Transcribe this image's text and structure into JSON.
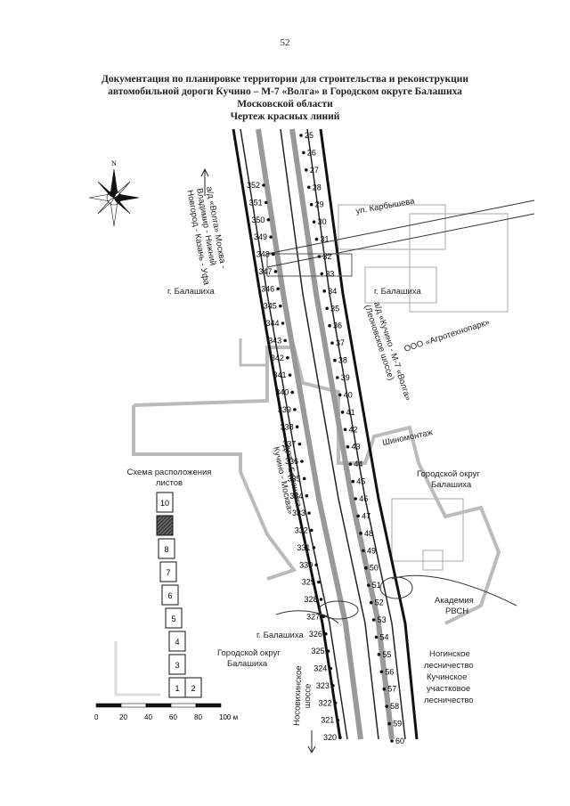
{
  "page_number": "52",
  "title_lines": [
    "Документация по планировке территории для строительства и реконструкции",
    "автомобильной дороги Кучино – М-7 «Волга» в Городском округе Балашиха",
    "Московской области",
    "Чертеж красных линий"
  ],
  "compass": {
    "north": "N"
  },
  "road_labels": {
    "volga_1": "а/д «Волга» Москва -",
    "volga_2": "Владимир - Нижний",
    "volga_3": "Новгород - Казань - Уфа",
    "kuchino_1": "а/д «Кучино - М-7 «Волга»",
    "kuchino_2": "(Леоновское шоссе)",
    "drt_1": "ДРТ «Балашиха -",
    "drt_2": "Кучино - Москва»",
    "street": "ул. Карбышева",
    "nosovikhinskoe_1": "Носовихинское",
    "nosovikhinskoe_2": "шоссе"
  },
  "places": {
    "balashikha_left": "г. Балашиха",
    "balashikha_right": "г. Балашиха",
    "agrotechnopark": "ООО «Агротехнопарк»",
    "tire": "Шиномонтаж",
    "gorod_okrug_right_1": "Городской округ",
    "gorod_okrug_right_2": "Балашиха",
    "akademia_1": "Академия",
    "akademia_2": "РВСН",
    "balashikha_bottom": "г. Балашиха",
    "gorod_okrug_bottom_1": "Городской округ",
    "gorod_okrug_bottom_2": "Балашиха",
    "noginsk_1": "Ногинское",
    "noginsk_2": "лесничество",
    "noginsk_3": "Кучинское",
    "noginsk_4": "участковое",
    "noginsk_5": "лесничество"
  },
  "points_right": [
    "25",
    "26",
    "27",
    "28",
    "29",
    "30",
    "31",
    "32",
    "33",
    "34",
    "35",
    "36",
    "37",
    "38",
    "39",
    "40",
    "41",
    "42",
    "43",
    "44",
    "45",
    "46",
    "47",
    "48",
    "49",
    "50",
    "51",
    "52",
    "53",
    "54",
    "55",
    "56",
    "57",
    "58",
    "59",
    "60"
  ],
  "points_left": [
    "352",
    "351",
    "350",
    "349",
    "348",
    "347",
    "346",
    "345",
    "344",
    "343",
    "342",
    "341",
    "340",
    "339",
    "338",
    "337",
    "336",
    "335",
    "334",
    "333",
    "332",
    "331",
    "330",
    "329",
    "328",
    "327",
    "326",
    "325",
    "324",
    "323",
    "322",
    "321",
    "320"
  ],
  "schema": {
    "title_1": "Схема расположения",
    "title_2": "листов",
    "sheets": [
      "10",
      "9",
      "8",
      "7",
      "6",
      "5",
      "4",
      "3",
      "1",
      "2"
    ],
    "active": "9"
  },
  "scale": {
    "ticks": [
      "0",
      "20",
      "40",
      "60",
      "80",
      "100 м"
    ]
  }
}
